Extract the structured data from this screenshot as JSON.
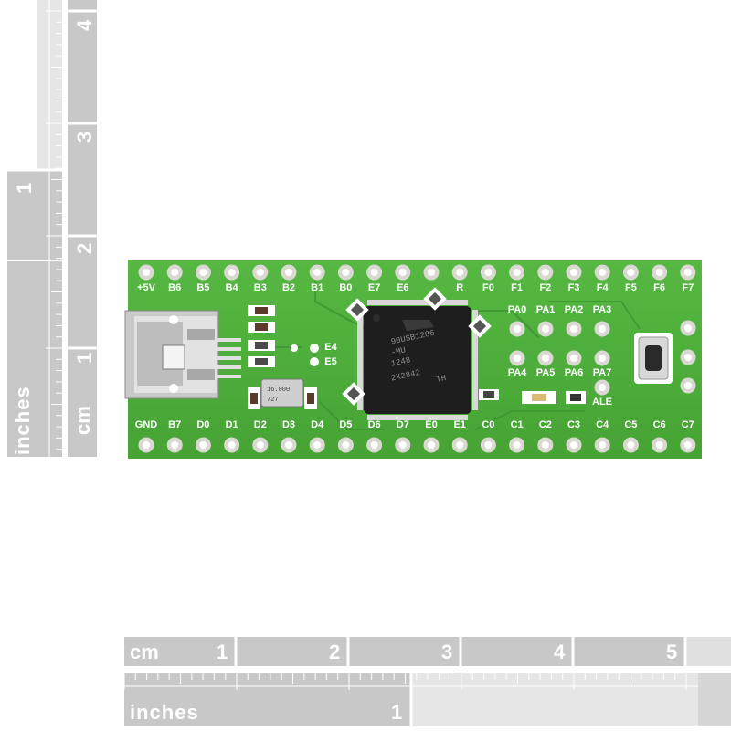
{
  "ruler_labels": {
    "cm": "cm",
    "inches": "inches",
    "cm_numbers": [
      "1",
      "2",
      "3",
      "4",
      "5"
    ],
    "inch_numbers": [
      "1"
    ],
    "left_cm_numbers": [
      "1",
      "2",
      "3",
      "4"
    ],
    "left_inch_numbers": [
      "1"
    ]
  },
  "board": {
    "top_pins": [
      "+5V",
      "B6",
      "B5",
      "B4",
      "B3",
      "B2",
      "B1",
      "B0",
      "E7",
      "E6",
      "",
      "R",
      "F0",
      "F1",
      "F2",
      "F3",
      "F4",
      "F5",
      "F6",
      "F7"
    ],
    "bottom_pins": [
      "GND",
      "B7",
      "D0",
      "D1",
      "D2",
      "D3",
      "D4",
      "D5",
      "D6",
      "D7",
      "E0",
      "E1",
      "C0",
      "C1",
      "C2",
      "C3",
      "C4",
      "C5",
      "C6",
      "C7"
    ],
    "pa_top": [
      "PA0",
      "PA1",
      "PA2",
      "PA3"
    ],
    "pa_bottom": [
      "PA4",
      "PA5",
      "PA6",
      "PA7"
    ],
    "ale": "ALE",
    "e4": "E4",
    "e5": "E5",
    "chip_lines": [
      "90USB1286",
      "-MU",
      "1248",
      "2X2842"
    ],
    "chip_suffix": "TH",
    "crystal_text": [
      "16.000",
      "727"
    ]
  },
  "colors": {
    "ruler_gray": "#c8c8c8",
    "ruler_dark": "#b4b4b4",
    "pcb_green": "#4caf3a",
    "pcb_dark": "#3f9a30",
    "chip_black": "#1c1c1c",
    "pad_gold": "#d9d9d2"
  }
}
